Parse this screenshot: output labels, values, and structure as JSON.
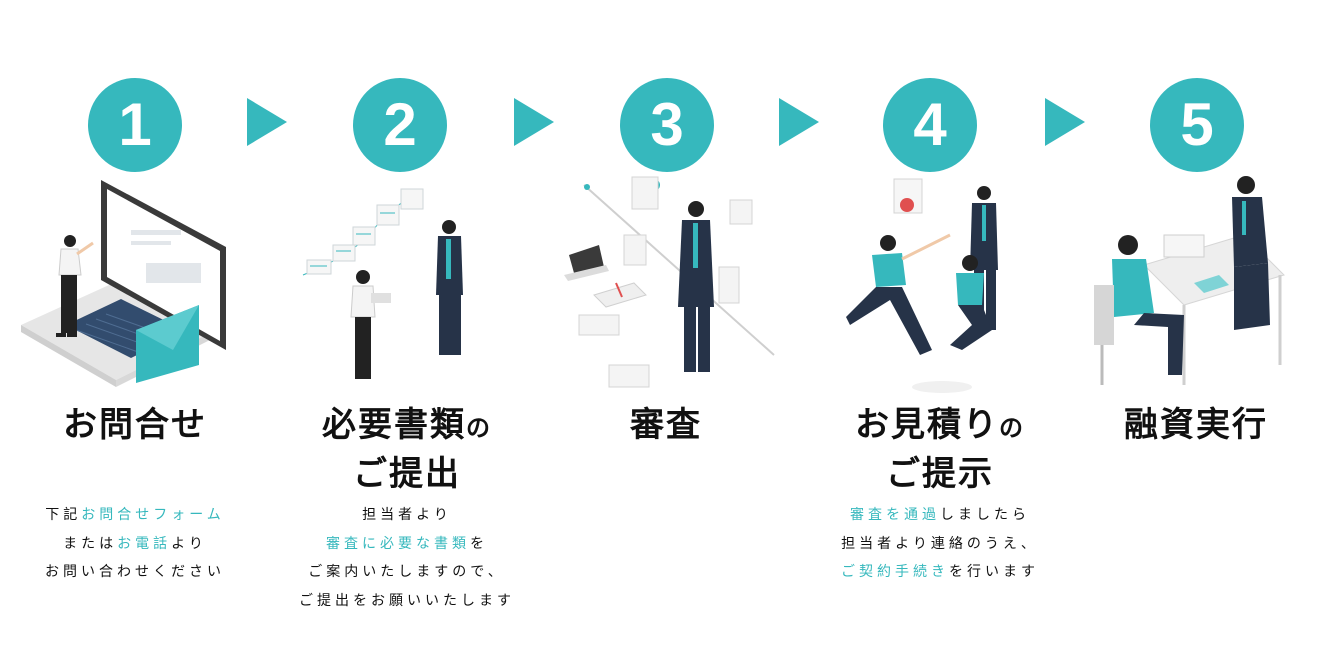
{
  "accent_color": "#36b8bd",
  "steps": [
    {
      "number": "1",
      "title_lines": [
        "お問合せ"
      ],
      "title_suffix": "",
      "illustration": "person-at-laptop",
      "desc": [
        [
          {
            "t": "下記",
            "h": false
          },
          {
            "t": "お問合せフォーム",
            "h": true
          }
        ],
        [
          {
            "t": "または",
            "h": false
          },
          {
            "t": "お電話",
            "h": true
          },
          {
            "t": "より",
            "h": false
          }
        ],
        [
          {
            "t": "お問い合わせください",
            "h": false
          }
        ]
      ]
    },
    {
      "number": "2",
      "title_lines": [
        "必要書類",
        "ご提出"
      ],
      "title_suffix": "の",
      "illustration": "document-submission",
      "desc": [
        [
          {
            "t": "担当者より",
            "h": false
          }
        ],
        [
          {
            "t": "審査に必要な書類",
            "h": true
          },
          {
            "t": "を",
            "h": false
          }
        ],
        [
          {
            "t": "ご案内いたしますので、",
            "h": false
          }
        ],
        [
          {
            "t": "ご提出をお願いいたします",
            "h": false
          }
        ]
      ]
    },
    {
      "number": "3",
      "title_lines": [
        "審査"
      ],
      "title_suffix": "",
      "illustration": "reviewer-with-documents",
      "desc": []
    },
    {
      "number": "4",
      "title_lines": [
        "お見積り",
        "ご提示"
      ],
      "title_suffix": "の",
      "illustration": "celebrating-team",
      "desc": [
        [
          {
            "t": "審査を通過",
            "h": true
          },
          {
            "t": "しましたら",
            "h": false
          }
        ],
        [
          {
            "t": "担当者より連絡のうえ、",
            "h": false
          }
        ],
        [
          {
            "t": "ご契約手続き",
            "h": true
          },
          {
            "t": "を行います",
            "h": false
          }
        ]
      ]
    },
    {
      "number": "5",
      "title_lines": [
        "融資実行"
      ],
      "title_suffix": "",
      "illustration": "financing-meeting",
      "desc": []
    }
  ],
  "arrow_icon": "triangle-right-icon"
}
